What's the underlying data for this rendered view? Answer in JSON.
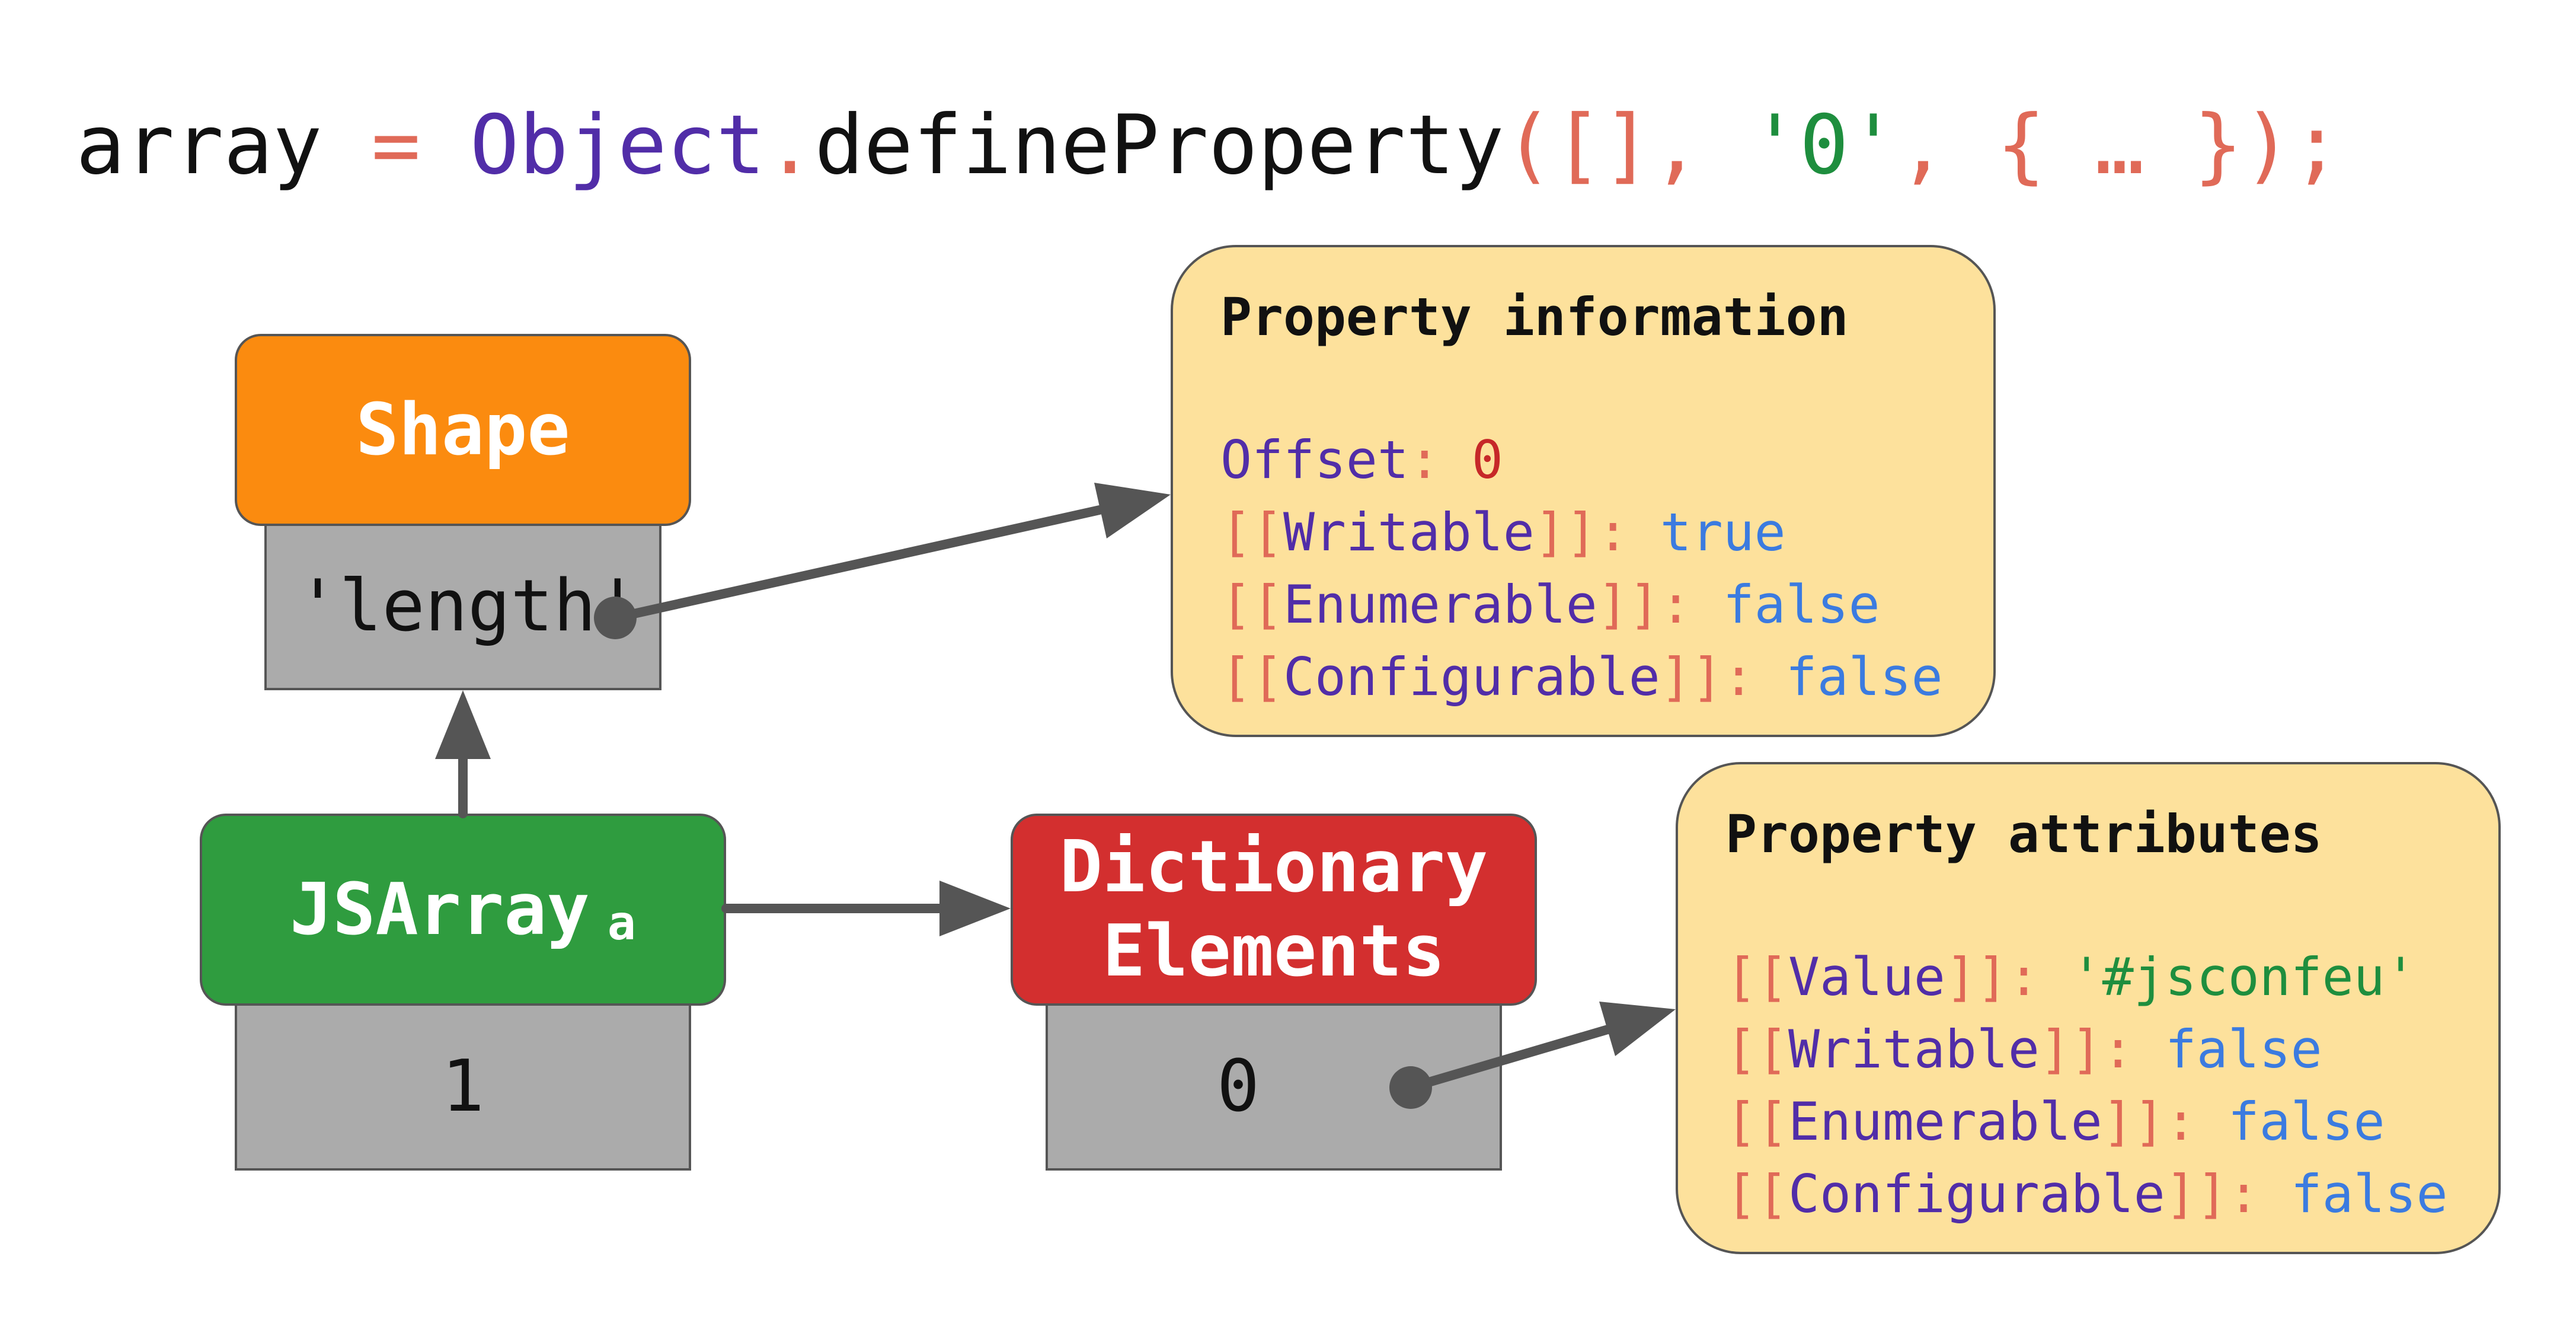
{
  "code": {
    "lhs": "array",
    "eq": " = ",
    "obj": "Object",
    "dot": ".",
    "method": "defineProperty",
    "args": "([], ",
    "key": "'0'",
    "rest": ", { … });"
  },
  "shape": {
    "title": "Shape",
    "key": "'length'"
  },
  "jsarray": {
    "title": "JSArray",
    "sub": "a",
    "value": "1"
  },
  "dict": {
    "line1": "Dictionary",
    "line2": "Elements",
    "index": "0"
  },
  "property_information": {
    "title": "Property information",
    "offset_label": "Offset",
    "offset_value": "0",
    "writable_name": "Writable",
    "writable_value": "true",
    "enumerable_name": "Enumerable",
    "enumerable_value": "false",
    "configurable_name": "Configurable",
    "configurable_value": "false"
  },
  "property_attributes": {
    "title": "Property attributes",
    "value_name": "Value",
    "value_value": "'#jsconfeu'",
    "writable_name": "Writable",
    "writable_value": "false",
    "enumerable_name": "Enumerable",
    "enumerable_value": "false",
    "configurable_name": "Configurable",
    "configurable_value": "false"
  },
  "colors": {
    "shape": "#fb8b0f",
    "jsarray": "#2f9c3f",
    "dictionary": "#d32f2f",
    "info_box": "#fde19c",
    "slot": "#ababab",
    "arrow": "#555555"
  }
}
